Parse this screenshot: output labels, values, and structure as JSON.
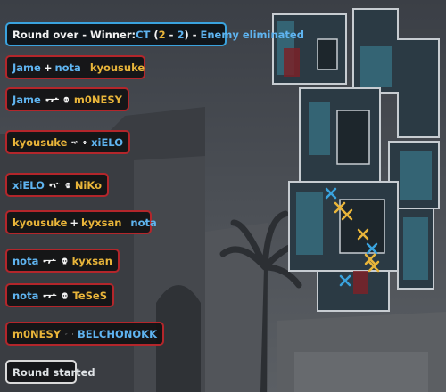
{
  "banner": {
    "prefix": "Round over - Winner: ",
    "team": "CT",
    "score_open": " (",
    "score_ct": "2",
    "score_dash": " - ",
    "score_t": "2",
    "score_close": ")",
    "suffix_sep": " - ",
    "reason": "Enemy eliminated"
  },
  "kills": [
    {
      "killer": "Jame",
      "killer_team": "ct",
      "assist": "nota",
      "assist_team": "ct",
      "weapon": "rifle-long",
      "headshot": false,
      "victim": "kyousuke",
      "victim_team": "t"
    },
    {
      "killer": "Jame",
      "killer_team": "ct",
      "assist": "",
      "weapon": "rifle-long",
      "headshot": true,
      "victim": "m0NESY",
      "victim_team": "t"
    },
    {
      "killer": "kyousuke",
      "killer_team": "t",
      "assist": "",
      "weapon": "rifle-ak",
      "headshot": true,
      "victim": "xiELO",
      "victim_team": "ct"
    },
    {
      "killer": "xiELO",
      "killer_team": "ct",
      "assist": "",
      "weapon": "rifle-ak",
      "headshot": true,
      "victim": "NiKo",
      "victim_team": "t"
    },
    {
      "killer": "kyousuke",
      "killer_team": "t",
      "assist": "kyxsan",
      "assist_team": "t",
      "weapon": "rifle-ak",
      "headshot": false,
      "victim": "nota",
      "victim_team": "ct"
    },
    {
      "killer": "nota",
      "killer_team": "ct",
      "assist": "",
      "weapon": "rifle-m4",
      "headshot": true,
      "victim": "kyxsan",
      "victim_team": "t"
    },
    {
      "killer": "nota",
      "killer_team": "ct",
      "assist": "",
      "weapon": "rifle-m4",
      "headshot": true,
      "victim": "TeSeS",
      "victim_team": "t"
    },
    {
      "killer": "m0NESY",
      "killer_team": "t",
      "assist": "",
      "weapon": "sniper-awp",
      "headshot": true,
      "victim": "BELCHONOKK",
      "victim_team": "ct"
    }
  ],
  "footer": {
    "label": "Round started"
  },
  "colors": {
    "ct": "#5fb4f0",
    "t": "#e9b53a",
    "kill_border": "#b3262b",
    "banner_border": "#3aa3de"
  },
  "minimap": {
    "dead_ct_markers": 3,
    "dead_t_markers": 5
  }
}
